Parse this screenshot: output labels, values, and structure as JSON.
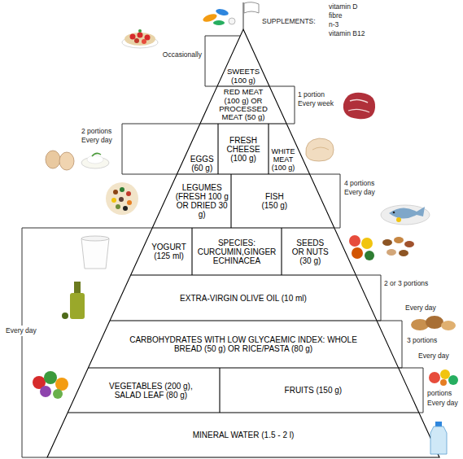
{
  "diagram": {
    "nodes": [
      {
        "text": [
          "SWEETS (100 g)"
        ]
      },
      {
        "text": [
          "RED MEAT (100 g) OR PROCESSED MEAT (50 g)"
        ]
      },
      {
        "text": [
          "EGGS (60 g)"
        ]
      },
      {
        "text": [
          "FRESH CHEESE (100 g)"
        ]
      },
      {
        "text": [
          "WHITE MEAT (100 g)"
        ]
      },
      {
        "text": [
          "LEGUMES (FRESH 100 g OR DRIED 30 g)"
        ]
      },
      {
        "text": [
          "FISH (150 g)"
        ]
      },
      {
        "text": [
          "YOGURT (125 ml)"
        ]
      },
      {
        "text": [
          "SPECIES: CURCUMIN,GINGER ECHINACEA"
        ]
      },
      {
        "text": [
          "SEEDS OR NUTS (30 g)"
        ]
      },
      {
        "text": [
          "EXTRA-VIRGIN OLIVE OIL (10 ml)"
        ]
      },
      {
        "text": [
          "CARBOHYDRATES WITH LOW GLYCAEMIC INDEX: WHOLE BREAD (50 g) OR RICE/PASTA (80 g)"
        ]
      },
      {
        "text": [
          "VEGETABLES (200 g), SALAD LEAF (80 g)"
        ]
      },
      {
        "text": [
          "FRUITS (150 g)"
        ]
      },
      {
        "text": [
          "MINERAL WATER (1.5 - 2 l)"
        ]
      }
    ],
    "labels": [
      "SUPPLEMENTS:",
      "vitamin D",
      "fibre",
      "n-3",
      "vitamin B12",
      "Occasionally",
      "1 portion Every week",
      "2 portions Every day",
      "4 portions Every day",
      "2 or 3 portions",
      "Every day",
      "3 portions",
      "Every day",
      "portions",
      "Every day",
      "Every day"
    ]
  }
}
